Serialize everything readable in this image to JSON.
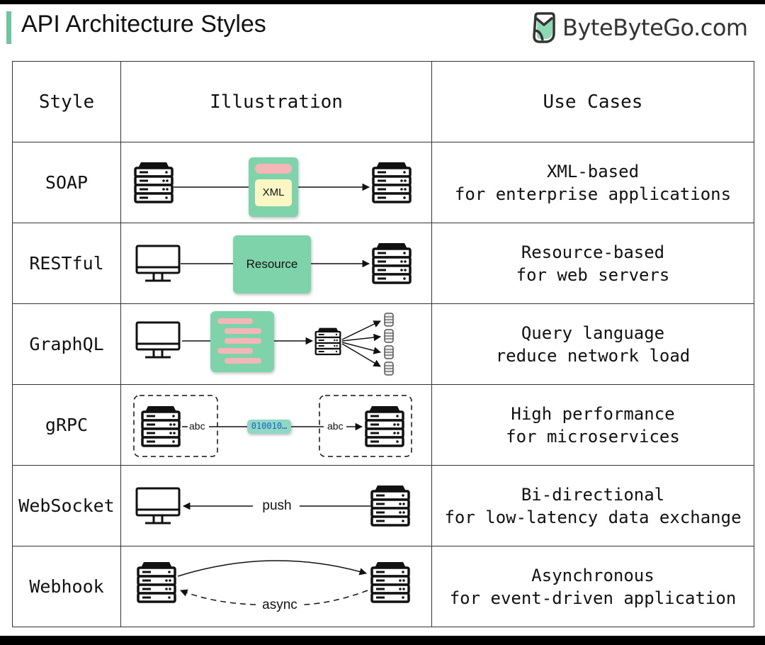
{
  "header": {
    "title": "API Architecture Styles",
    "brand": "ByteByteGo.com",
    "accent_color": "#6cc7a0"
  },
  "table": {
    "columns": [
      "Style",
      "Illustration",
      "Use Cases"
    ],
    "rows": [
      {
        "style": "SOAP",
        "use_line1": "XML-based",
        "use_line2": "for enterprise applications",
        "illustration": {
          "icons": [
            "server-icon",
            "envelope-icon",
            "server-icon"
          ],
          "label": "XML"
        }
      },
      {
        "style": "RESTful",
        "use_line1": "Resource-based",
        "use_line2": "for web servers",
        "illustration": {
          "icons": [
            "monitor-icon",
            "server-icon"
          ],
          "label": "Resource"
        }
      },
      {
        "style": "GraphQL",
        "use_line1": "Query language",
        "use_line2": "reduce network load",
        "illustration": {
          "icons": [
            "monitor-icon",
            "query-doc-icon",
            "server-icon",
            "database-icon"
          ]
        }
      },
      {
        "style": "gRPC",
        "use_line1": "High performance",
        "use_line2": "for microservices",
        "illustration": {
          "icons": [
            "server-icon",
            "server-icon"
          ],
          "left_label": "abc",
          "payload": "010010…",
          "right_label": "abc"
        }
      },
      {
        "style": "WebSocket",
        "use_line1": "Bi-directional",
        "use_line2": "for low-latency data exchange",
        "illustration": {
          "icons": [
            "monitor-icon",
            "server-icon"
          ],
          "label": "push"
        }
      },
      {
        "style": "Webhook",
        "use_line1": "Asynchronous",
        "use_line2": "for event-driven application",
        "illustration": {
          "icons": [
            "server-icon",
            "server-icon"
          ],
          "label": "async"
        }
      }
    ]
  },
  "colors": {
    "green_card": "#7fd3ab",
    "pink_bar": "#f4b6b6",
    "yellow_card": "#fbf6c4",
    "payload_bg": "#8fd8c4",
    "payload_text": "#1d5fd1"
  }
}
